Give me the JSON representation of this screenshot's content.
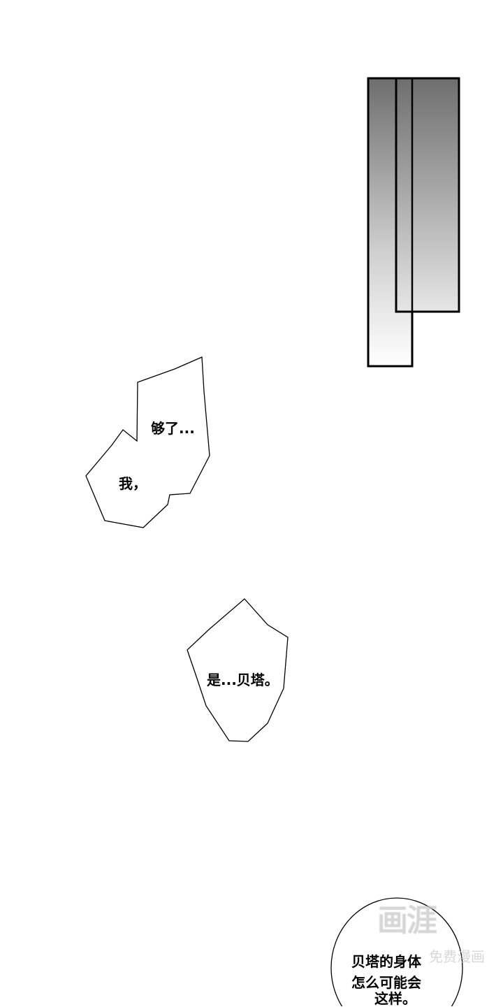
{
  "panels": {
    "bubble1": {
      "line1": "够了...",
      "line2": "我，"
    },
    "bubble2": {
      "text": "是...贝塔。"
    },
    "bubble3": {
      "line1": "贝塔的身体",
      "line2": "怎么可能会",
      "line3": "这样。"
    }
  },
  "watermark": {
    "main": "画涯",
    "sub": "免费漫画"
  },
  "colors": {
    "ink": "#000000",
    "tone_dark": "#707070",
    "tone_light": "#ffffff"
  }
}
